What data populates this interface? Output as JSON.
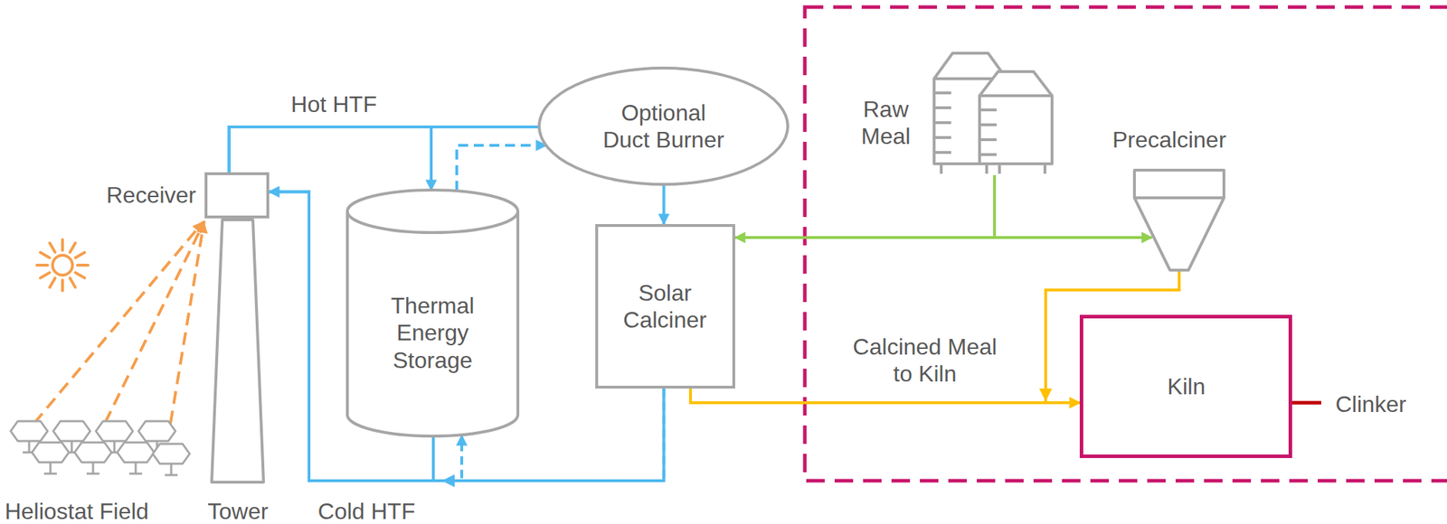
{
  "diagram": {
    "nodes": [
      {
        "text": [
          "Heliostat Field"
        ]
      },
      {
        "text": [
          "Receiver"
        ]
      },
      {
        "text": [
          "Tower"
        ]
      },
      {
        "text": [
          "Thermal Energy Storage"
        ]
      },
      {
        "text": [
          "Optional Duct Burner"
        ]
      },
      {
        "text": [
          "Solar Calciner"
        ]
      },
      {
        "text": [
          "Raw Meal"
        ]
      },
      {
        "text": [
          "Precalciner"
        ]
      },
      {
        "text": [
          "Kiln"
        ]
      }
    ],
    "edges": [
      {
        "from": 0,
        "to": 1,
        "arrow": "to"
      },
      {
        "from": 1,
        "to": 3,
        "arrow": "to"
      },
      {
        "from": 1,
        "to": 4,
        "arrow": "none"
      },
      {
        "from": 3,
        "to": 4,
        "arrow": "to"
      },
      {
        "from": 4,
        "to": 5,
        "arrow": "to"
      },
      {
        "from": 5,
        "to": 1,
        "arrow": "to"
      },
      {
        "from": 3,
        "to": 1,
        "arrow": "to"
      },
      {
        "from": 5,
        "to": 3,
        "arrow": "to"
      },
      {
        "from": 6,
        "to": 5,
        "arrow": "to"
      },
      {
        "from": 6,
        "to": 7,
        "arrow": "to"
      },
      {
        "from": 5,
        "to": 8,
        "arrow": "to",
        "label": "Calcined Meal to Kiln"
      },
      {
        "from": 7,
        "to": 8,
        "arrow": "to"
      }
    ],
    "labels": [
      "Hot HTF",
      "Cold HTF",
      "Clinker"
    ]
  }
}
